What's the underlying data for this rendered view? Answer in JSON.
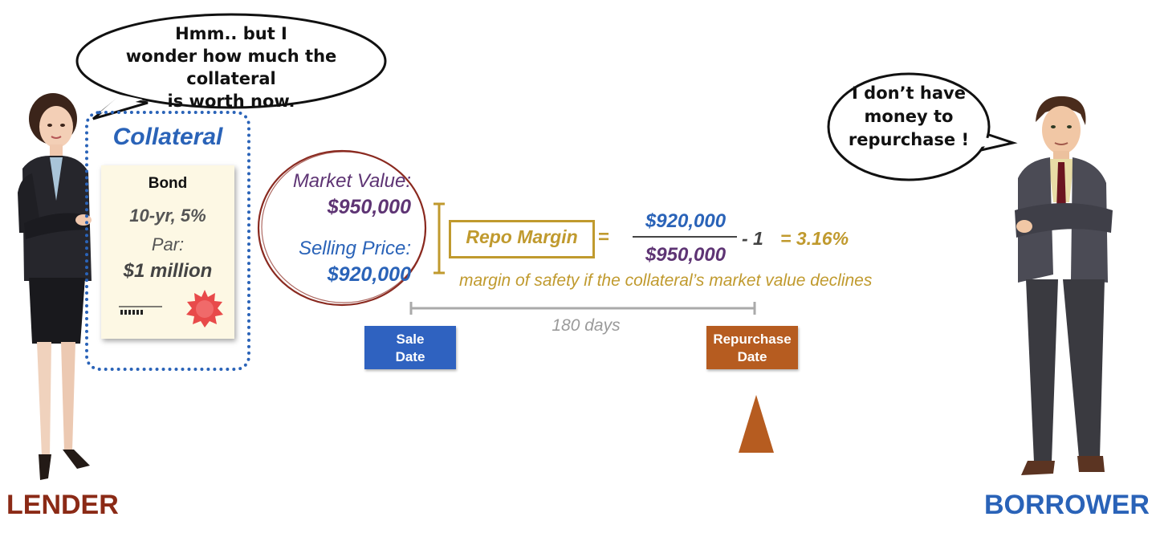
{
  "lender": {
    "speech": [
      "Hmm.. but I",
      "wonder how much the collateral",
      "is worth now."
    ],
    "role_label": "LENDER",
    "role_color": "#8b2a16"
  },
  "borrower": {
    "speech": [
      "I don’t have",
      "money to",
      "repurchase !"
    ],
    "role_label": "BORROWER",
    "role_color": "#2a63b8"
  },
  "collateral": {
    "title": "Collateral",
    "bond": {
      "name": "Bond",
      "terms": "10-yr, 5%",
      "par_label": "Par:",
      "par_value": "$1 million"
    }
  },
  "valuation": {
    "market_value_label": "Market Value:",
    "market_value": "$950,000",
    "selling_price_label": "Selling Price:",
    "selling_price": "$920,000"
  },
  "formula": {
    "label": "Repo Margin",
    "equals": "=",
    "numerator": "$920,000",
    "denominator": "$950,000",
    "minus_one": "- 1",
    "result": "= 3.16%",
    "note": "margin of safety if the collateral’s market value declines"
  },
  "timeline": {
    "duration": "180 days",
    "sale_date": [
      "Sale",
      "Date"
    ],
    "repurchase_date": [
      "Repurchase",
      "Date"
    ],
    "sale_color": "#2f62c0",
    "repurchase_color": "#b65c20"
  },
  "colors": {
    "accent_gold": "#c09a2e",
    "market_purple": "#5e3474",
    "blue": "#2a63b8",
    "circle_red": "#8a2a20"
  }
}
